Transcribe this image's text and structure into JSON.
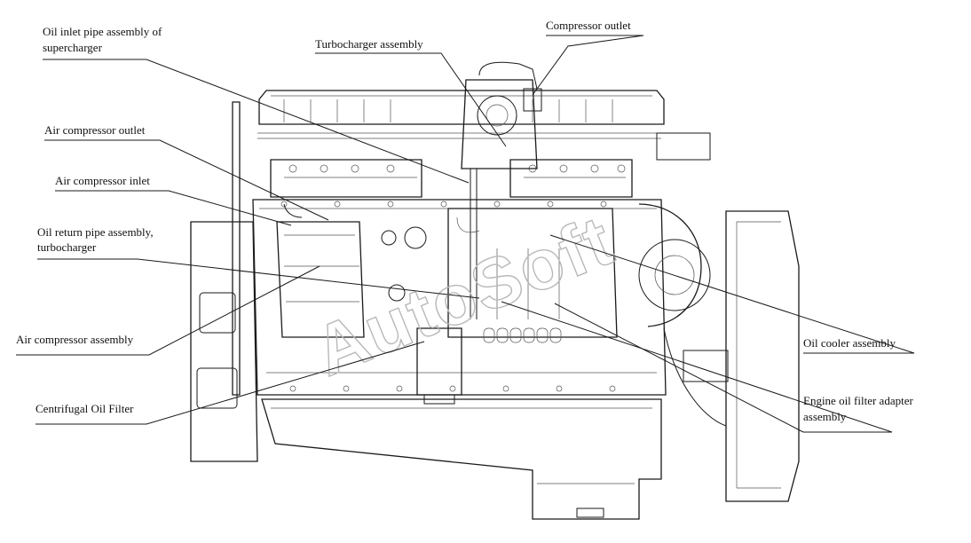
{
  "labels": {
    "oil_inlet_pipe_1": "Oil inlet pipe assembly of",
    "oil_inlet_pipe_2": "supercharger",
    "turbocharger": "Turbocharger assembly",
    "compressor_outlet": "Compressor outlet",
    "air_compressor_outlet": "Air compressor outlet",
    "air_compressor_inlet": "Air compressor inlet",
    "oil_return_pipe_1": "Oil return pipe assembly,",
    "oil_return_pipe_2": "turbocharger",
    "air_compressor_assembly": "Air compressor assembly",
    "centrifugal_oil_filter": "Centrifugal Oil Filter",
    "oil_cooler": "Oil cooler assembly",
    "engine_oil_filter_1": "Engine  oil  filter  adapter",
    "engine_oil_filter_2": "assembly"
  },
  "watermark": "AutoSoft",
  "colors": {
    "line": "#1a1a1a",
    "watermark": "#b9b9b9",
    "background": "#ffffff"
  }
}
